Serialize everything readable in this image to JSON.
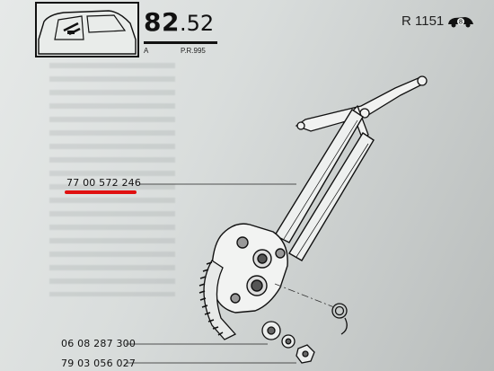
{
  "header": {
    "number_main": "82",
    "number_sub": ".52",
    "sub_left": "A",
    "sub_right": "P.R.995",
    "model": "R 1151",
    "model_badge": "8"
  },
  "callouts": {
    "part_main": "77 00 572 246",
    "part_2": "06 08 287 300",
    "part_3": "79 03 056 027"
  },
  "colors": {
    "highlight": "#e01010",
    "ink": "#111111"
  }
}
